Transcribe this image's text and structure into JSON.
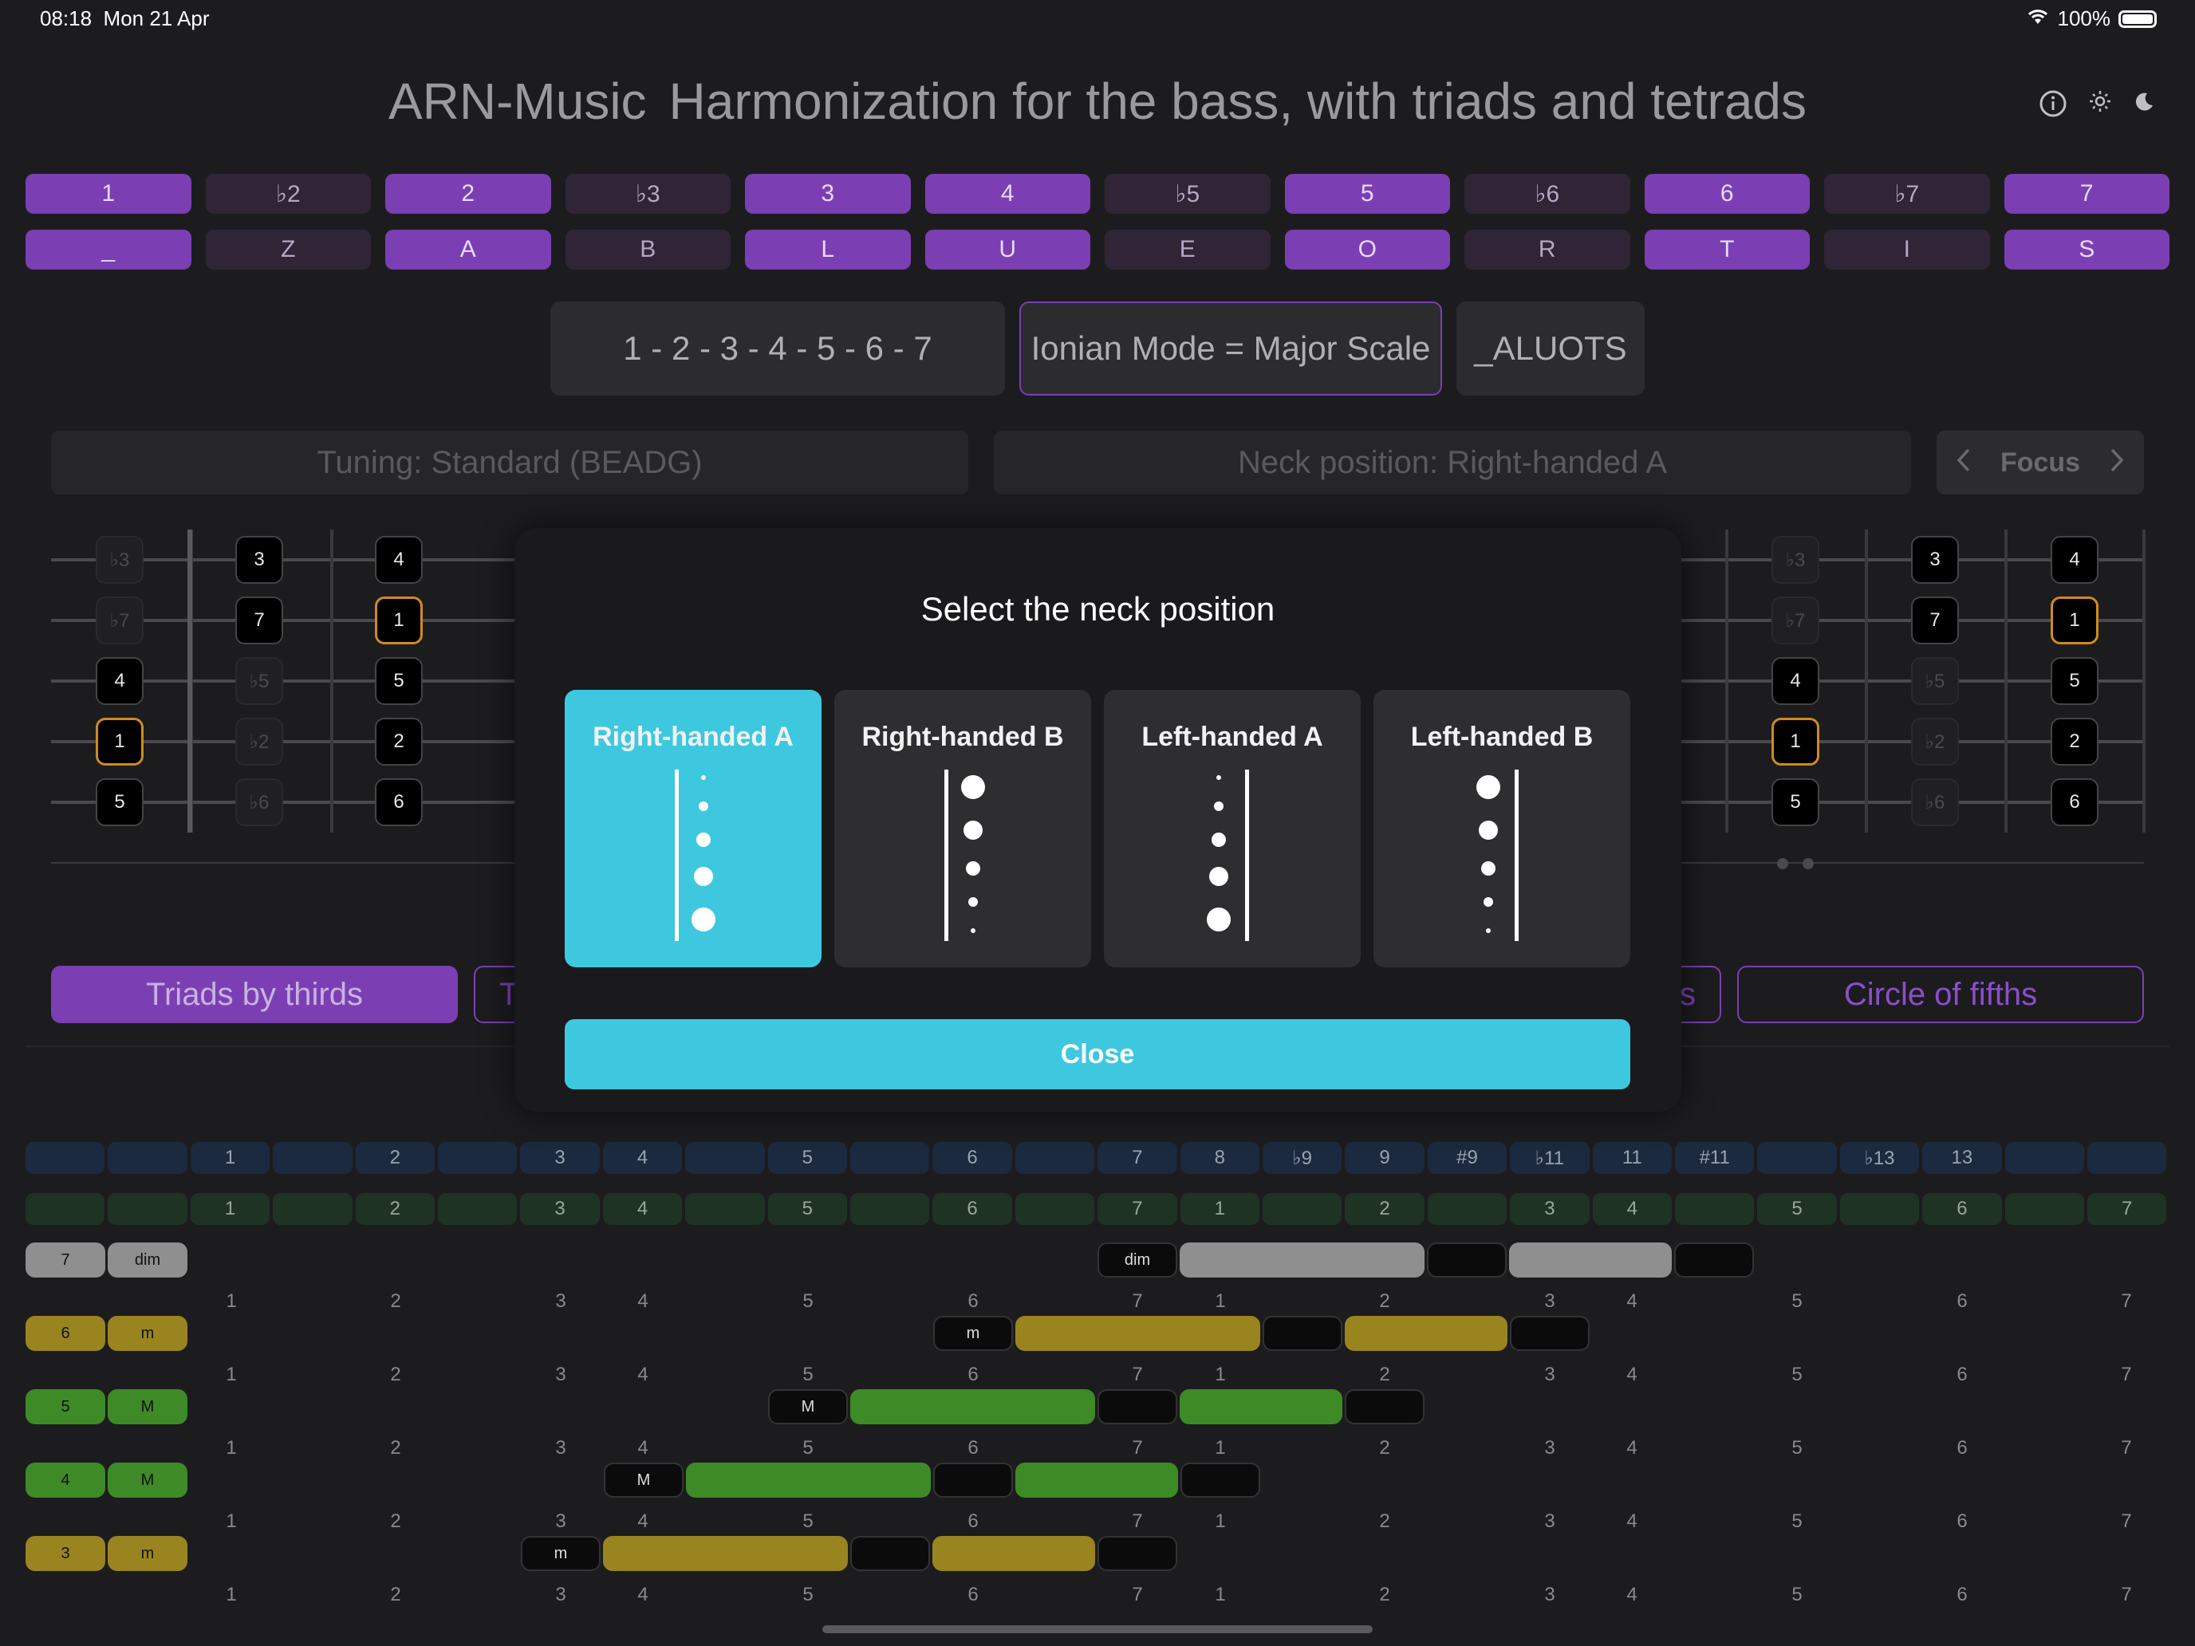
{
  "status": {
    "time": "08:18",
    "date": "Mon 21 Apr",
    "battery": "100%"
  },
  "header": {
    "app": "ARN-Music",
    "subtitle": "Harmonization for the bass, with triads and tetrads"
  },
  "degrees": {
    "top": [
      {
        "l": "1",
        "on": true
      },
      {
        "l": "♭2",
        "on": false
      },
      {
        "l": "2",
        "on": true
      },
      {
        "l": "♭3",
        "on": false
      },
      {
        "l": "3",
        "on": true
      },
      {
        "l": "4",
        "on": true
      },
      {
        "l": "♭5",
        "on": false
      },
      {
        "l": "5",
        "on": true
      },
      {
        "l": "♭6",
        "on": false
      },
      {
        "l": "6",
        "on": true
      },
      {
        "l": "♭7",
        "on": false
      },
      {
        "l": "7",
        "on": true
      }
    ],
    "bottom": [
      {
        "l": "_",
        "on": true
      },
      {
        "l": "Z",
        "on": false
      },
      {
        "l": "A",
        "on": true
      },
      {
        "l": "B",
        "on": false
      },
      {
        "l": "L",
        "on": true
      },
      {
        "l": "U",
        "on": true
      },
      {
        "l": "E",
        "on": false
      },
      {
        "l": "O",
        "on": true
      },
      {
        "l": "R",
        "on": false
      },
      {
        "l": "T",
        "on": true
      },
      {
        "l": "I",
        "on": false
      },
      {
        "l": "S",
        "on": true
      }
    ]
  },
  "scale": {
    "formula": "1 - 2 - 3 - 4 - 5 - 6 - 7",
    "mode": "Ionian Mode = Major Scale",
    "code": "_ALUOTS"
  },
  "settings": {
    "tuning": "Tuning: Standard (BEADG)",
    "neck": "Neck position: Right-handed A",
    "focus": "Focus"
  },
  "fretboard_left": [
    [
      "♭3",
      "3",
      "4"
    ],
    [
      "♭7",
      "7",
      "1"
    ],
    [
      "4",
      "♭5",
      "5"
    ],
    [
      "1",
      "♭2",
      "2"
    ],
    [
      "5",
      "♭6",
      "6"
    ]
  ],
  "fretboard_right": [
    [
      "♭3",
      "3",
      "4"
    ],
    [
      "♭7",
      "7",
      "1"
    ],
    [
      "4",
      "♭5",
      "5"
    ],
    [
      "1",
      "♭2",
      "2"
    ],
    [
      "5",
      "♭6",
      "6"
    ]
  ],
  "modes": {
    "left": "Triads by thirds",
    "left_partial": "T",
    "right_partial": "s",
    "right": "Circle of fifths"
  },
  "modal": {
    "title": "Select the neck position",
    "options": [
      "Right-handed A",
      "Right-handed B",
      "Left-handed A",
      "Left-handed B"
    ],
    "close": "Close"
  },
  "grid": {
    "blue": [
      "",
      "",
      "1",
      "",
      "2",
      "",
      "3",
      "4",
      "",
      "5",
      "",
      "6",
      "",
      "7",
      "8",
      "♭9",
      "9",
      "#9",
      "♭11",
      "11",
      "#11",
      "",
      "♭13",
      "13",
      "",
      ""
    ],
    "green": [
      "",
      "",
      "1",
      "",
      "2",
      "",
      "3",
      "4",
      "",
      "5",
      "",
      "6",
      "",
      "7",
      "1",
      "",
      "2",
      "",
      "3",
      "4",
      "",
      "5",
      "",
      "6",
      "",
      "7"
    ],
    "numbers": [
      "1",
      "2",
      "3",
      "4",
      "5",
      "6",
      "7",
      "1",
      "2",
      "3",
      "4",
      "5",
      "6",
      "7"
    ],
    "rows": [
      {
        "deg": "7",
        "q": "dim",
        "color": "#8f8f8f"
      },
      {
        "deg": "6",
        "q": "m",
        "color": "#9a8420"
      },
      {
        "deg": "5",
        "q": "M",
        "color": "#3d8a27"
      },
      {
        "deg": "4",
        "q": "M",
        "color": "#3d8a27"
      },
      {
        "deg": "3",
        "q": "m",
        "color": "#9a8420"
      }
    ]
  }
}
